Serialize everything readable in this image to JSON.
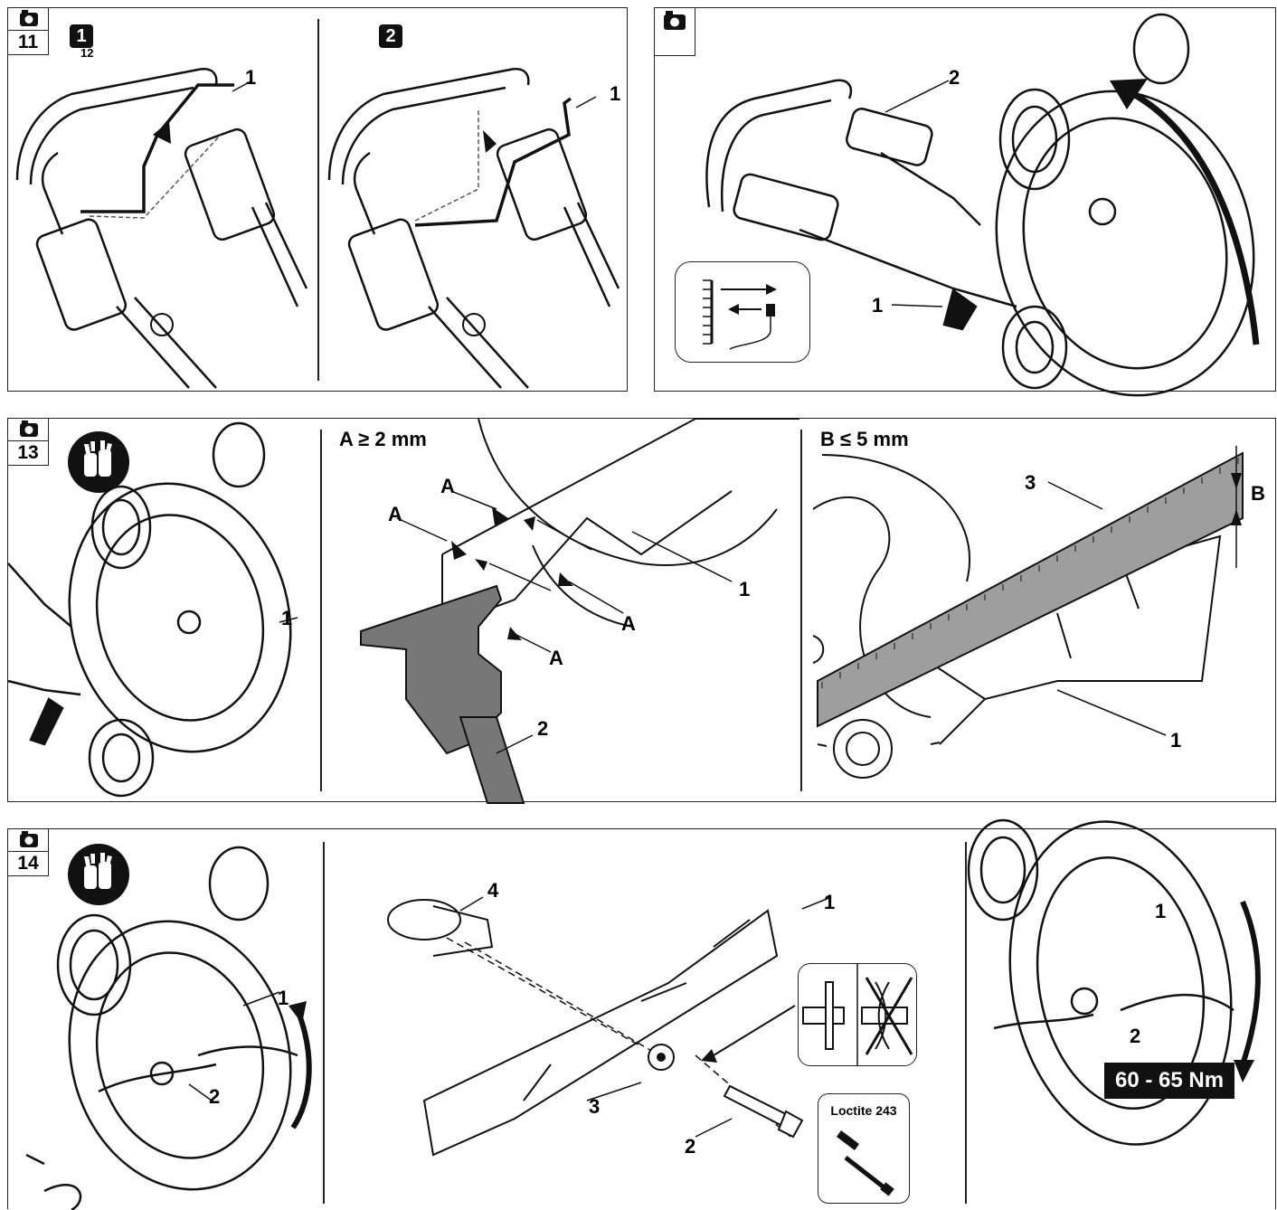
{
  "figures": {
    "fig11": {
      "number": "11",
      "step1": "1",
      "step1_sub": "12",
      "step2": "2",
      "label_1a": "1",
      "label_1b": "1"
    },
    "fig12": {
      "label_2": "2",
      "label_1": "1"
    },
    "fig13": {
      "number": "13",
      "label_1": "1",
      "panel_a_header": "A ≥ 2 mm",
      "a_marks": [
        "A",
        "A",
        "A",
        "A"
      ],
      "a_label_1": "1",
      "a_label_2": "2",
      "panel_b_header": "B ≤ 5 mm",
      "b_label_3": "3",
      "b_label_B": "B",
      "b_label_1": "1"
    },
    "fig14": {
      "number": "14",
      "label_1": "1",
      "label_2": "2",
      "mid_label_4": "4",
      "mid_label_1": "1",
      "mid_label_3": "3",
      "mid_label_2": "2",
      "loctite_text": "Loctite 243",
      "right_label_1": "1",
      "right_label_2": "2",
      "torque": "60 - 65 Nm"
    }
  },
  "icons": [
    "camera-icon",
    "gloves-icon",
    "caliper-icon",
    "ruler-icon",
    "wrench-icon",
    "bolt-icon",
    "rotation-arrow-icon"
  ],
  "colors": {
    "ink": "#111111",
    "paper": "#ffffff",
    "ruler_fill": "#9e9e9e"
  }
}
